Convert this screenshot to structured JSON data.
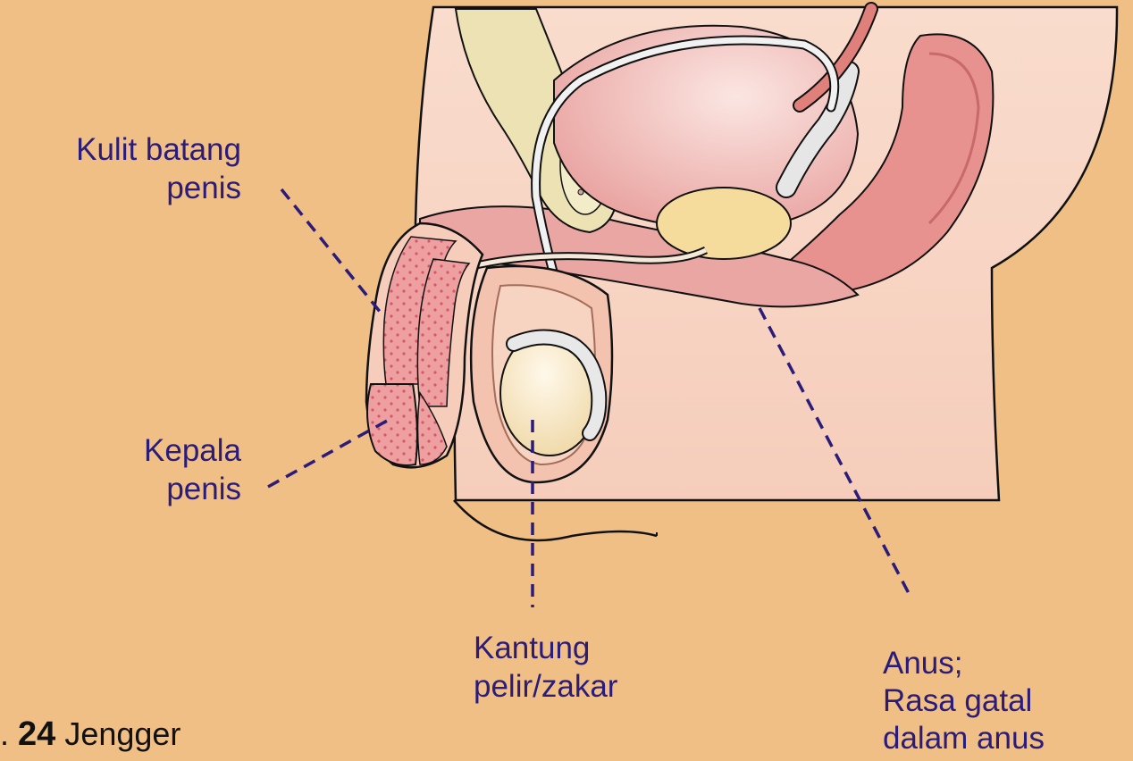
{
  "labels": {
    "shaft_skin": [
      "Kulit batang",
      "penis"
    ],
    "glans": [
      "Kepala",
      "penis"
    ],
    "scrotum": [
      "Kantung",
      "pelir/zakar"
    ],
    "anus": [
      "Anus;",
      "Rasa gatal",
      "dalam anus"
    ]
  },
  "caption": {
    "prefix": ".",
    "number": "24",
    "text": "Jengger"
  },
  "colors": {
    "background": "#f0bf85",
    "label_text": "#2b1c7a",
    "leader_line": "#2b1c7a",
    "skin": "#f6cdbb",
    "tissue": "#e9a3a0",
    "bone": "#ece2b4",
    "gland": "#f5dc9c"
  }
}
